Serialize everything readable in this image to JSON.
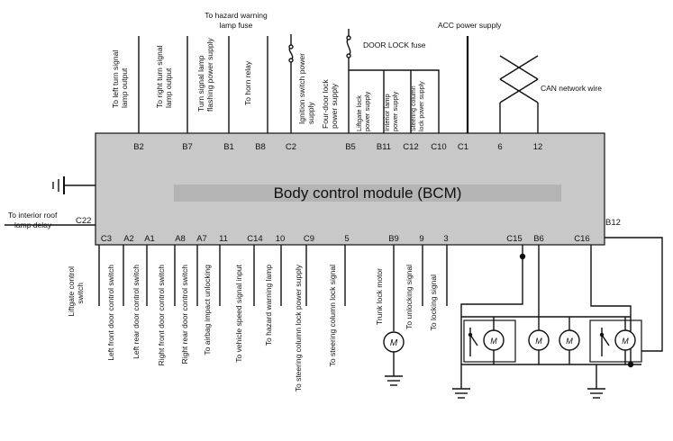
{
  "module": {
    "title": "Body control module (BCM)"
  },
  "top_pins": [
    {
      "id": "B2",
      "label": "To left turn signal lamp output"
    },
    {
      "id": "B7",
      "label": "To right turn signal lamp output"
    },
    {
      "id": "B1",
      "label": "Turn signal lamp flashing power supply"
    },
    {
      "id": "B8",
      "label": "To horn relay"
    },
    {
      "id": "C2",
      "label": "Ignition switch power supply"
    },
    {
      "id": "B5",
      "label": "Four-door lock power supply"
    },
    {
      "id": "B11",
      "label": "Liftgate lock power supply"
    },
    {
      "id": "C12",
      "label": "Interior lamp power supply"
    },
    {
      "id": "C10",
      "label": "Steering column lock power supply"
    },
    {
      "id": "C1",
      "label": ""
    },
    {
      "id": "6",
      "label": ""
    },
    {
      "id": "12",
      "label": ""
    }
  ],
  "top_notes": {
    "hazard_fuse": "To hazard warning lamp fuse",
    "door_lock_fuse": "DOOR LOCK fuse",
    "acc": "ACC power supply",
    "can": "CAN network wire"
  },
  "left": {
    "pin": "C22",
    "label": "To interior roof lamp delay"
  },
  "right": {
    "pin": "B12"
  },
  "bottom_pins": [
    {
      "id": "C3",
      "label": "Liftgate control switch"
    },
    {
      "id": "A2",
      "label": "Left front door control switch"
    },
    {
      "id": "A1",
      "label": "Left rear door control switch"
    },
    {
      "id": "A8",
      "label": "Right front door control switch"
    },
    {
      "id": "A7",
      "label": "Right rear door control switch"
    },
    {
      "id": "11",
      "label": "To airbag impact unlocking"
    },
    {
      "id": "C14",
      "label": "To vehicle speed signal input"
    },
    {
      "id": "10",
      "label": "To hazard warning lamp"
    },
    {
      "id": "C9",
      "label": "To steering column lock power supply"
    },
    {
      "id": "5",
      "label": "To steering column lock signal"
    },
    {
      "id": "B9",
      "label": "Trunk lock motor"
    },
    {
      "id": "9",
      "label": "To unlocking signal"
    },
    {
      "id": "3",
      "label": "To locking signal"
    },
    {
      "id": "C15",
      "label": ""
    },
    {
      "id": "B6",
      "label": ""
    },
    {
      "id": "C16",
      "label": ""
    }
  ],
  "motor_symbol": "M",
  "colors": {
    "module_fill": "#c8c8c8",
    "title_band": "#b4b4b4",
    "wire": "#111111"
  }
}
